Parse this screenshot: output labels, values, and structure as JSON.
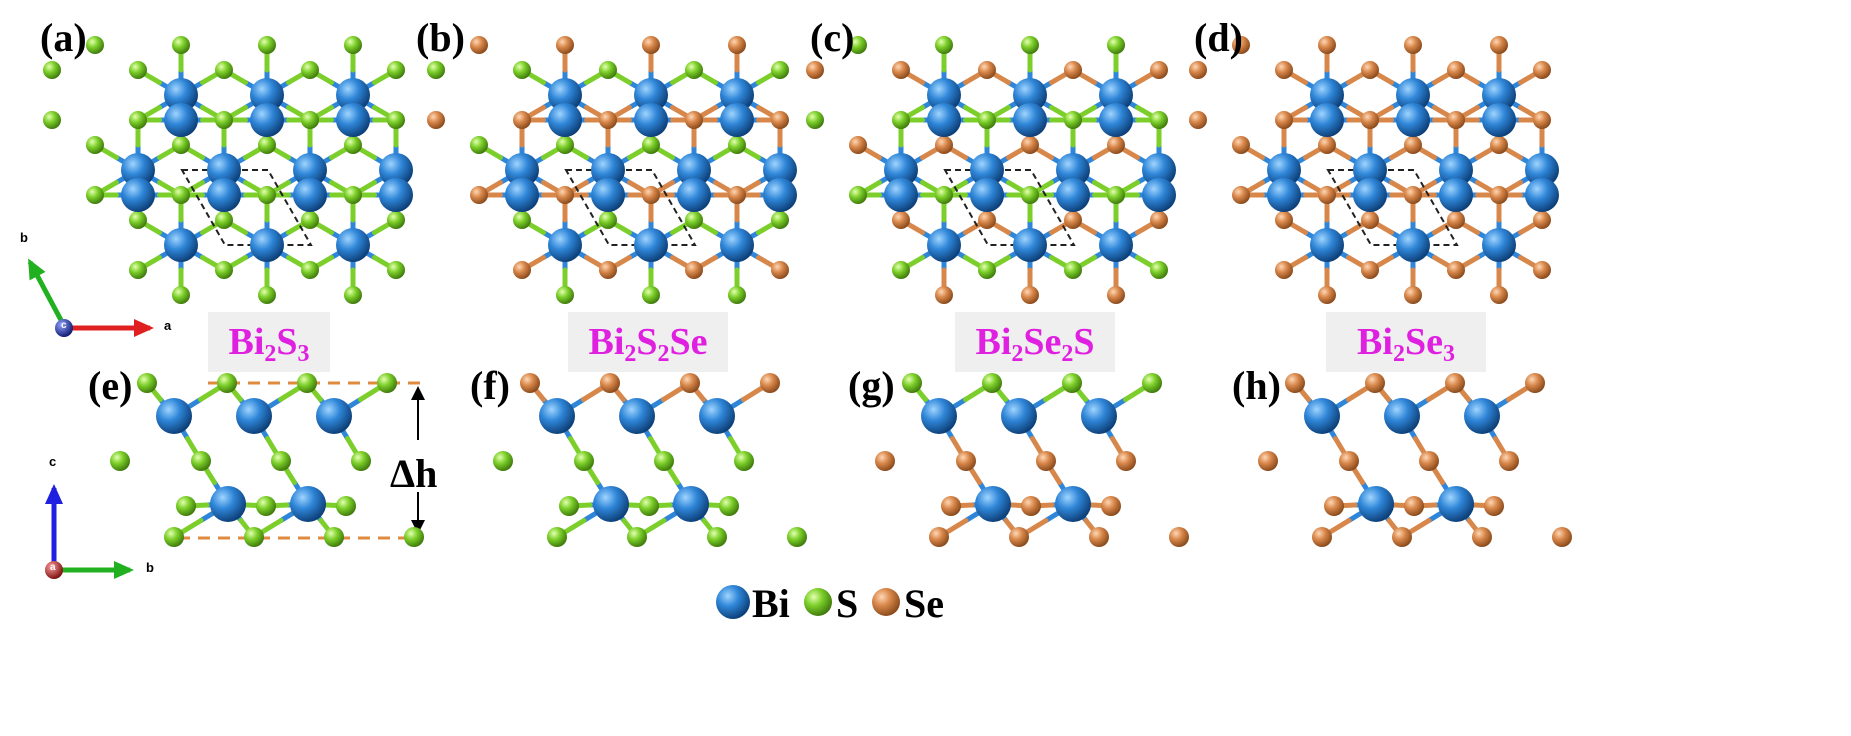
{
  "panels": [
    {
      "label": "(a)",
      "kind": "top",
      "composition": "Bi2S3"
    },
    {
      "label": "(b)",
      "kind": "top",
      "composition": "Bi2S2Se"
    },
    {
      "label": "(c)",
      "kind": "top",
      "composition": "Bi2Se2S"
    },
    {
      "label": "(d)",
      "kind": "top",
      "composition": "Bi2Se3"
    },
    {
      "label": "(e)",
      "kind": "side",
      "composition": "Bi2S3"
    },
    {
      "label": "(f)",
      "kind": "side",
      "composition": "Bi2S2Se"
    },
    {
      "label": "(g)",
      "kind": "side",
      "composition": "Bi2Se2S"
    },
    {
      "label": "(h)",
      "kind": "side",
      "composition": "Bi2Se3"
    }
  ],
  "formulas": [
    {
      "parts": [
        {
          "t": "Bi"
        },
        {
          "s": "2"
        },
        {
          "t": "S"
        },
        {
          "s": "3"
        }
      ]
    },
    {
      "parts": [
        {
          "t": "Bi"
        },
        {
          "s": "2"
        },
        {
          "t": "S"
        },
        {
          "s": "2"
        },
        {
          "t": "Se"
        }
      ]
    },
    {
      "parts": [
        {
          "t": "Bi"
        },
        {
          "s": "2"
        },
        {
          "t": "Se"
        },
        {
          "s": "2"
        },
        {
          "t": "S"
        }
      ]
    },
    {
      "parts": [
        {
          "t": "Bi"
        },
        {
          "s": "2"
        },
        {
          "t": "Se"
        },
        {
          "s": "3"
        }
      ]
    }
  ],
  "thickness_label": "Δh",
  "axes_top": {
    "horizontal": "a",
    "vertical": "b",
    "out_of_plane": "c"
  },
  "axes_side": {
    "horizontal": "b",
    "vertical": "c",
    "out_of_plane": "a"
  },
  "legend": [
    {
      "element": "Bi",
      "color": "#2f86d8"
    },
    {
      "element": "S",
      "color": "#7ccf2a"
    },
    {
      "element": "Se",
      "color": "#d8874a"
    }
  ],
  "colors": {
    "bi": "#2f86d8",
    "s": "#7ccf2a",
    "se": "#d8874a",
    "formula_text": "#e020e0",
    "formula_box": "#efefef",
    "axis_a": "#e02020",
    "axis_b": "#20b020",
    "axis_c": "#2020e0",
    "thickness_guide": "#e08a40"
  }
}
